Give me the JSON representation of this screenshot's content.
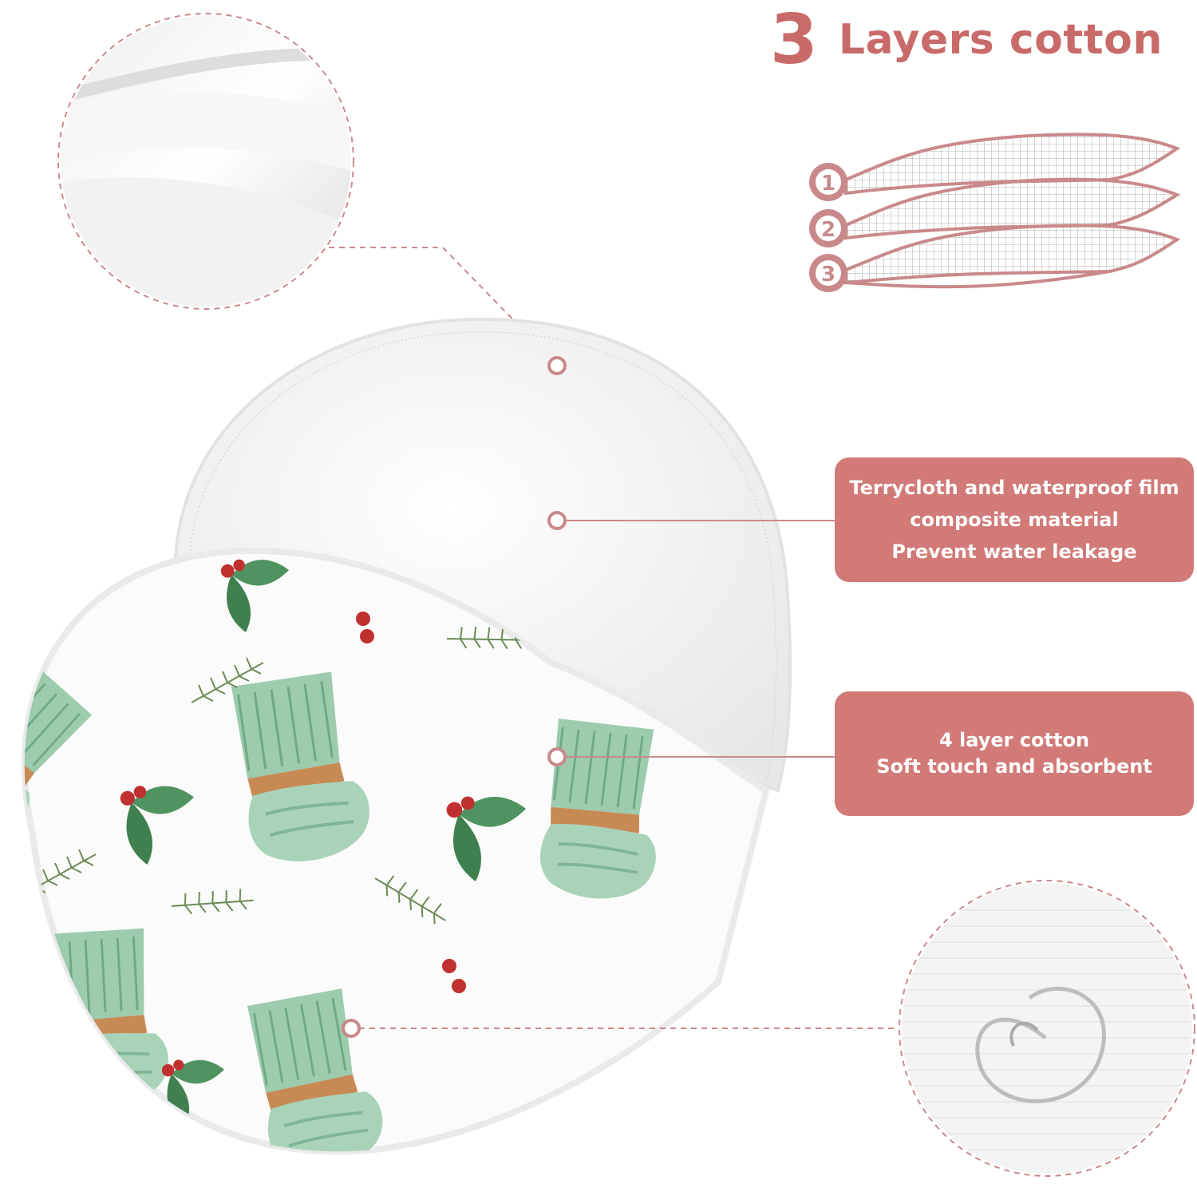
{
  "heading": {
    "number": "3",
    "text": "Layers cotton"
  },
  "layers": [
    "1",
    "2",
    "3"
  ],
  "features": {
    "film": {
      "line1": "Terrycloth and waterproof film",
      "line2": "composite material",
      "line3": "Prevent water leakage"
    },
    "cotton": {
      "line1": "4 layer cotton",
      "line2": "Soft touch and absorbent"
    }
  },
  "colors": {
    "accent": "#d17a77",
    "heading": "#c96a6a",
    "leaf_green": "#8fc2a0",
    "berry_red": "#c0302f"
  }
}
